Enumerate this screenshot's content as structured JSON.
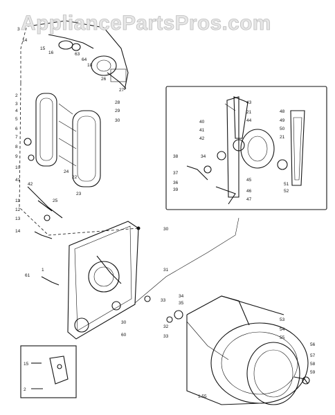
{
  "watermark": "AppliancePartsPros.com",
  "labels": {
    "upper_left": [
      "3",
      "14",
      "15",
      "16",
      "63",
      "64",
      "18",
      "26",
      "27"
    ],
    "left_column": [
      "2",
      "3",
      "4",
      "5",
      "6",
      "7",
      "8",
      "9",
      "10",
      "11",
      "12",
      "13",
      "14",
      "22",
      "23",
      "24",
      "25",
      "28",
      "29",
      "30",
      "41",
      "42"
    ],
    "middle": [
      "30",
      "31",
      "30",
      "60",
      "1",
      "61"
    ],
    "inset_motor": [
      "43",
      "21",
      "44",
      "40",
      "41",
      "42",
      "38",
      "39",
      "36",
      "37",
      "34",
      "45",
      "46",
      "47",
      "48",
      "49",
      "50",
      "51",
      "52",
      "21"
    ],
    "drum": [
      "33",
      "34",
      "35",
      "32",
      "33",
      "53",
      "54",
      "55",
      "56",
      "57",
      "58",
      "59",
      "1.55"
    ],
    "lower_left_inset": [
      "15",
      "2"
    ]
  }
}
